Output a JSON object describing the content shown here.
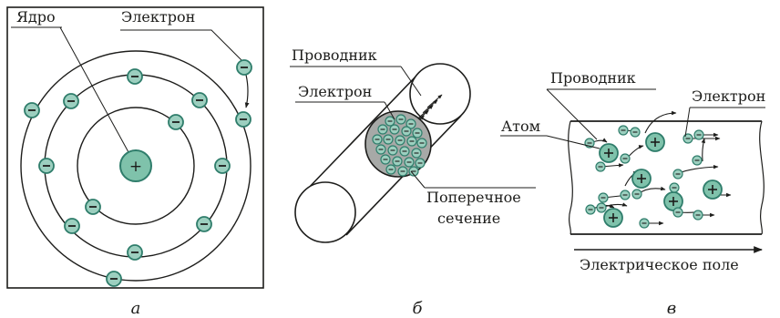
{
  "atom_panel": {
    "caption": "а",
    "nucleus_label": "Ядро",
    "electron_label": "Электрон",
    "nucleus_sign": "+",
    "electron_sign": "−"
  },
  "conductor_panel": {
    "caption": "б",
    "conductor_label": "Проводник",
    "electron_label": "Электрон",
    "cross_section_label_line1": "Поперечное",
    "cross_section_label_line2": "сечение"
  },
  "flow_panel": {
    "caption": "в",
    "conductor_label": "Проводник",
    "electron_label": "Электрон",
    "atom_label": "Атом",
    "field_label": "Электрическое поле",
    "ion_sign": "+",
    "electron_sign": "−"
  },
  "colors": {
    "particle_fill": "#9ccfbf",
    "particle_stroke": "#2f7d6b",
    "nucleus_fill": "#7fc2ab",
    "cross_section_fill": "#a7a9a7",
    "line": "#1d1d1b"
  }
}
